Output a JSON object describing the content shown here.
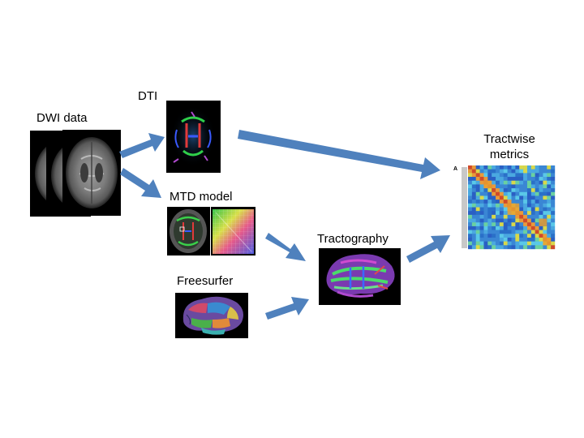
{
  "labels": {
    "dwi": "DWI data",
    "dti": "DTI",
    "mtd": "MTD model",
    "freesurfer": "Freesurfer",
    "tractography": "Tractography",
    "tractwise_line1": "Tractwise",
    "tractwise_line2": "metrics",
    "matrix_corner": "A"
  },
  "colors": {
    "arrow": "#4f81bd",
    "image_bg": "#000000",
    "matrix_base": "#3a86d4"
  },
  "icons": {
    "dwi": "brain-axial-scan-stack-icon",
    "dti": "fa-color-map-icon",
    "mtd": "mtd-model-icon",
    "freesurfer": "cortical-parcellation-icon",
    "tractography": "fiber-tracts-icon",
    "matrix": "connectivity-matrix-icon"
  }
}
